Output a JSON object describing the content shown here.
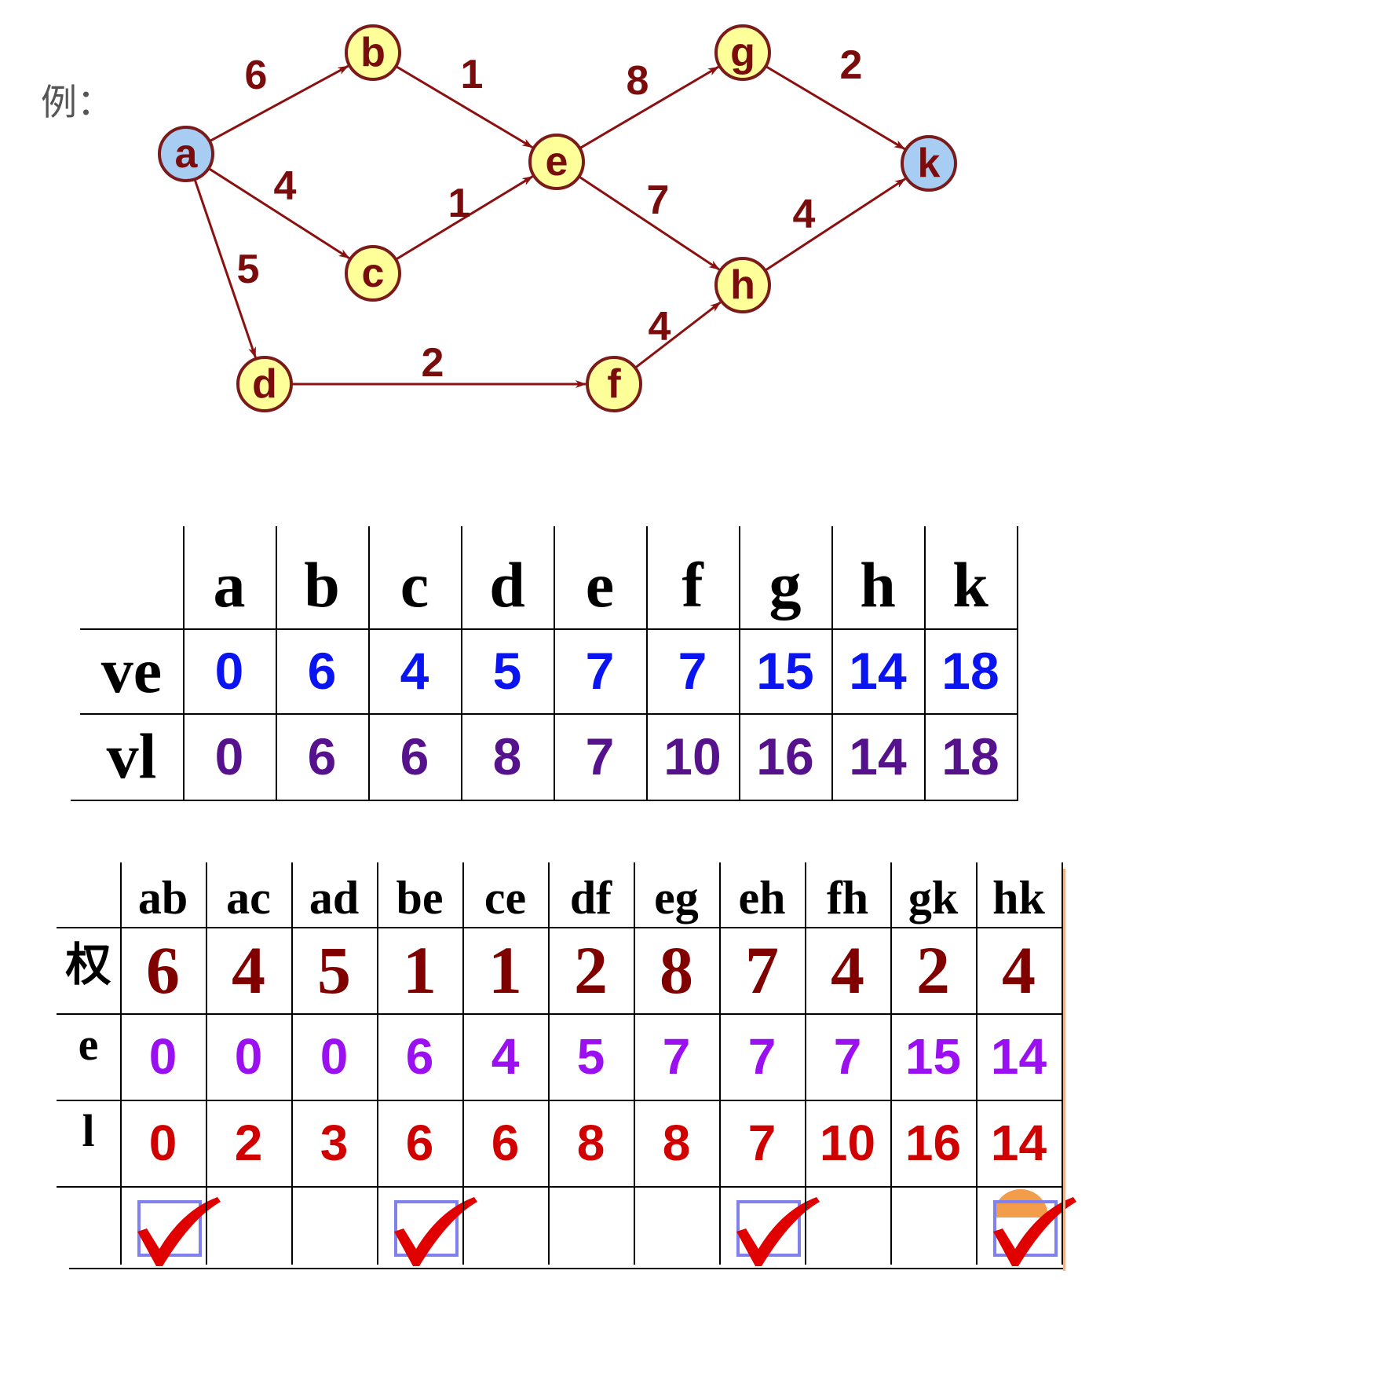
{
  "example_label": "例：",
  "graph": {
    "nodes": [
      {
        "id": "a",
        "label": "a",
        "fill": "#a8cdf2"
      },
      {
        "id": "b",
        "label": "b",
        "fill": "#ffff99"
      },
      {
        "id": "c",
        "label": "c",
        "fill": "#ffff99"
      },
      {
        "id": "d",
        "label": "d",
        "fill": "#ffff99"
      },
      {
        "id": "e",
        "label": "e",
        "fill": "#ffff99"
      },
      {
        "id": "f",
        "label": "f",
        "fill": "#ffff99"
      },
      {
        "id": "g",
        "label": "g",
        "fill": "#ffff99"
      },
      {
        "id": "h",
        "label": "h",
        "fill": "#ffff99"
      },
      {
        "id": "k",
        "label": "k",
        "fill": "#a8cdf2"
      }
    ],
    "edges": [
      {
        "from": "a",
        "to": "b",
        "weight": "6"
      },
      {
        "from": "a",
        "to": "c",
        "weight": "4"
      },
      {
        "from": "a",
        "to": "d",
        "weight": "5"
      },
      {
        "from": "b",
        "to": "e",
        "weight": "1"
      },
      {
        "from": "c",
        "to": "e",
        "weight": "1"
      },
      {
        "from": "d",
        "to": "f",
        "weight": "2"
      },
      {
        "from": "e",
        "to": "g",
        "weight": "8"
      },
      {
        "from": "e",
        "to": "h",
        "weight": "7"
      },
      {
        "from": "f",
        "to": "h",
        "weight": "4"
      },
      {
        "from": "g",
        "to": "k",
        "weight": "2"
      },
      {
        "from": "h",
        "to": "k",
        "weight": "4"
      }
    ]
  },
  "vertex_table": {
    "columns": [
      "a",
      "b",
      "c",
      "d",
      "e",
      "f",
      "g",
      "h",
      "k"
    ],
    "row_labels": {
      "ve": "ve",
      "vl": "vl"
    },
    "ve": [
      "0",
      "6",
      "4",
      "5",
      "7",
      "7",
      "15",
      "14",
      "18"
    ],
    "vl": [
      "0",
      "6",
      "6",
      "8",
      "7",
      "10",
      "16",
      "14",
      "18"
    ]
  },
  "edge_table": {
    "columns": [
      "ab",
      "ac",
      "ad",
      "be",
      "ce",
      "df",
      "eg",
      "eh",
      "fh",
      "gk",
      "hk"
    ],
    "row_labels": {
      "weight": "权",
      "e": "e",
      "l": "l"
    },
    "weight": [
      "6",
      "4",
      "5",
      "1",
      "1",
      "2",
      "8",
      "7",
      "4",
      "2",
      "4"
    ],
    "e": [
      "0",
      "0",
      "0",
      "6",
      "4",
      "5",
      "7",
      "7",
      "7",
      "15",
      "14"
    ],
    "l": [
      "0",
      "2",
      "3",
      "6",
      "6",
      "8",
      "8",
      "7",
      "10",
      "16",
      "14"
    ],
    "critical": [
      true,
      false,
      false,
      true,
      false,
      false,
      false,
      true,
      false,
      false,
      true
    ]
  },
  "colors": {
    "edge": "#8b1010",
    "ve_values": "#0a14f0",
    "vl_values": "#55128c",
    "e_values": "#9b10f0",
    "l_values": "#d00000",
    "weights": "#800000",
    "checkmark": "#e00000",
    "checkbox_border": "#8080ee"
  }
}
